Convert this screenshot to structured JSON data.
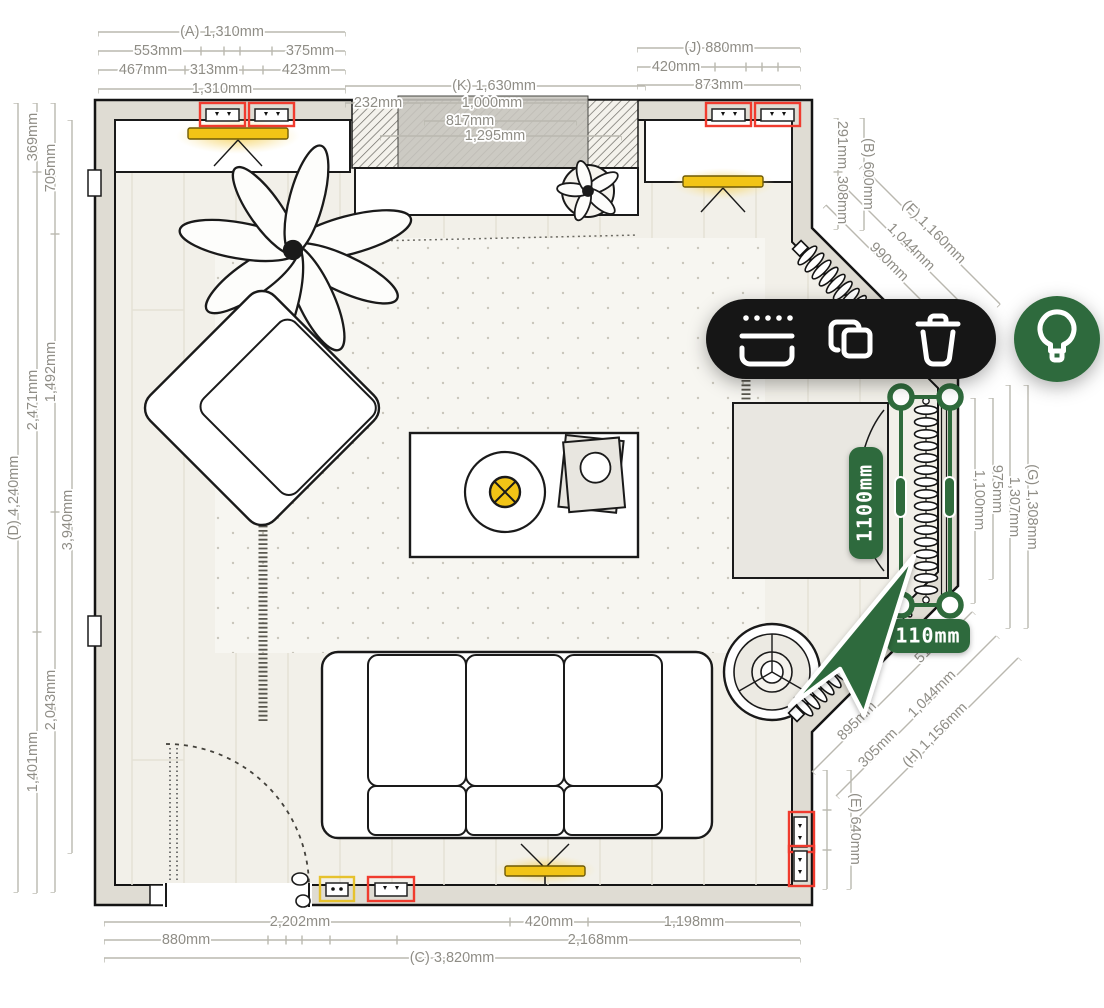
{
  "app": {
    "type": "floor-plan-editor"
  },
  "colors": {
    "accent_green": "#2f6b3c",
    "toolbar_black": "#151514",
    "socket_red": "#f03b2e",
    "socket_yellow": "#e6c22e",
    "light_yellow": "#f2c416",
    "wall_fill": "#dfdcd3",
    "floor_fill": "#f2f0e9",
    "dimension_line": "#bab8af",
    "dimension_text": "#8f8d86"
  },
  "dims": {
    "a": "(A) 1,310mm",
    "s553": "553mm",
    "s375": "375mm",
    "s467": "467mm",
    "s313": "313mm",
    "s423": "423mm",
    "s1310": "1,310mm",
    "s232": "232mm",
    "k": "(K) 1,630mm",
    "s1000": "1,000mm",
    "s817": "817mm",
    "s1295": "1,295mm",
    "j": "(J) 880mm",
    "s420t": "420mm",
    "s873": "873mm",
    "dd": "(D) 4,240mm",
    "d369": "369mm",
    "d2471": "2,471mm",
    "d1401": "1,401mm",
    "d705": "705mm",
    "d1492": "1,492mm",
    "d2043": "2,043mm",
    "d3940": "3,940mm",
    "r291": "291mm",
    "r308": "308mm",
    "rb": "(B) 600mm",
    "f": "(F) 1,160mm",
    "f1044": "1,044mm",
    "f990": "990mm",
    "r1100": "1,100mm",
    "r975": "975mm",
    "r1307": "1,307mm",
    "rg": "(G) 1,308mm",
    "b895": "895mm",
    "b511": "511mm",
    "b305": "305mm",
    "b1044": "1,044mm",
    "bh": "(H) 1,156mm",
    "re": "(E) 640mm",
    "c2202": "2,202mm",
    "c420": "420mm",
    "c1198": "1,198mm",
    "c880": "880mm",
    "c2168": "2,168mm",
    "cc": "(C) 3,820mm"
  },
  "selection": {
    "item": "radiator",
    "height_label": "1100mm",
    "width_label": "110mm"
  },
  "toolbar": {
    "buttons": [
      {
        "icon": "radiator-icon"
      },
      {
        "icon": "duplicate-icon"
      },
      {
        "icon": "trash-icon"
      }
    ]
  },
  "suggestion_button": {
    "icon": "lightbulb-icon"
  }
}
